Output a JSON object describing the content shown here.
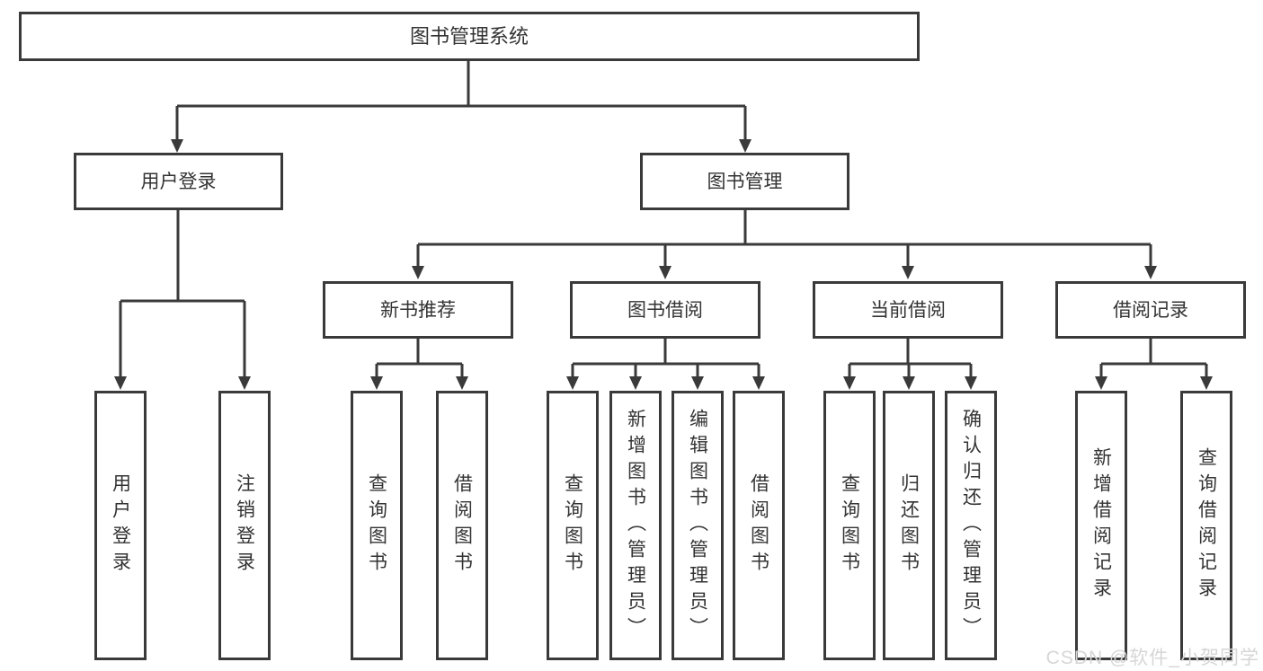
{
  "tree": {
    "root": {
      "label": "图书管理系统"
    },
    "branches": [
      {
        "label": "用户登录",
        "children": [
          {
            "label": "用户登录"
          },
          {
            "label": "注销登录"
          }
        ]
      },
      {
        "label": "图书管理",
        "groups": [
          {
            "label": "新书推荐",
            "children": [
              {
                "label": "查询图书"
              },
              {
                "label": "借阅图书"
              }
            ]
          },
          {
            "label": "图书借阅",
            "children": [
              {
                "label": "查询图书"
              },
              {
                "label": "新增图书（管理员）"
              },
              {
                "label": "编辑图书（管理员）"
              },
              {
                "label": "借阅图书"
              }
            ]
          },
          {
            "label": "当前借阅",
            "children": [
              {
                "label": "查询图书"
              },
              {
                "label": "归还图书"
              },
              {
                "label": "确认归还（管理员）"
              }
            ]
          },
          {
            "label": "借阅记录",
            "children": [
              {
                "label": "新增借阅记录"
              },
              {
                "label": "查询借阅记录"
              }
            ]
          }
        ]
      }
    ]
  },
  "watermark": {
    "text": "CSDN @软件_小贺同学"
  },
  "colors": {
    "line": "#3a3a3a",
    "text": "#333333",
    "background": "#ffffff",
    "watermark": "#d6d6d6"
  }
}
